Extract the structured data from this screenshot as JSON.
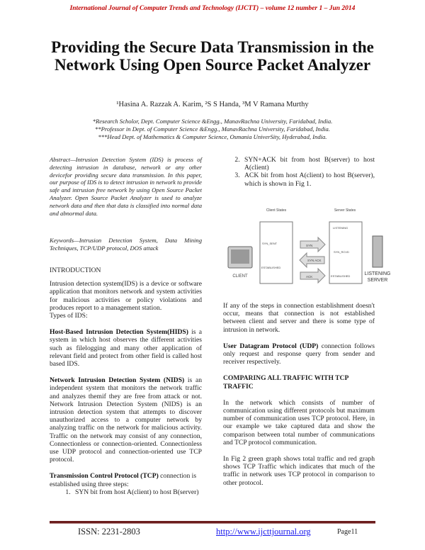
{
  "header": "International Journal of Computer Trends and Technology (IJCTT) – volume 12 number 1 – Jun 2014",
  "title": "Providing the Secure Data Transmission in the Network Using Open Source Packet Analyzer",
  "authors": "¹Hasina A. Razzak A. Karim, ²S S Handa, ³M V Ramana Murthy",
  "affiliations": [
    "*Research Scholor, Dept. Computer Science &Engg., ManavRachna University, Faridabad, India.",
    "**Professor in Dept. of Computer Science &Engg.,  ManavRachna University, Faridabad, India.",
    "***Head Dept. of Mathematics & Computer Science, Osmania UniverSity, Hyderabad, India."
  ],
  "left": {
    "abstract": "Abstract—Intrusion Detection System (IDS) is process of detecting intrusion in database, network or any other devicefor providing secure data transmission. In this paper, our purpose of IDS is to detect intrusion in network to provide safe and intrusion free network by using Open Source Packet Analyzer. Open Source Packet Analyzer is used to analyze network data and then that data is classified into normal data and abnormal data.",
    "keywords": "Keywords—Intrusion Detection System, Data Mining Techniques, TCP/UDP protocol, DOS attack",
    "intro_heading": "INTRODUCTION",
    "intro": "Intrusion detection system(IDS) is a device or software application that monitors network and system activities for malicious activities or policy violations and produces report to a management station.",
    "types": "Types of IDS:",
    "hids_bold": "Host-Based Intrusion Detection System(HIDS)",
    "hids": " is a system in which host observes the different activities such as filelogging and many other application of relevant field and protect from other field is called host based IDS.",
    "nids_bold": "Network Intrusion Detection System (NIDS)",
    "nids": " is an independent system that monitors the network traffic and analyzes themif they are free from attack or not. Network Intrusion Detection System (NIDS) is an intrusion detection system that attempts to discover unauthorized access to a computer network by analyzing traffic on the network for malicious activity. Traffic on the network may consist of any connection, Connectionless or connection-oriented. Connectionless use UDP protocol and connection-oriented use TCP protocol.",
    "tcp_bold": "Transmission Control Protocol (TCP)",
    "tcp": " connection is established using three steps:",
    "step1": "SYN bit from host A(client) to host B(server)"
  },
  "right": {
    "step2": "SYN+ACK bit from host B(server) to host A(client)",
    "step3": "ACK bit from host A(client) to host B(server), which is shown in Fig 1.",
    "figure": {
      "client_states": "Client States",
      "server_states": "Server States",
      "syn_sent": "SYN_SENT",
      "established_c": "ESTABLISHED",
      "listening": "LISTENING",
      "syn_rcvd": "SYN_RCVD",
      "established_s": "ESTABLISHED",
      "syn": "SYN",
      "synack": "SYN ACK",
      "ack": "ACK",
      "client": "CLIENT",
      "server1": "LISTENING",
      "server2": "SERVER"
    },
    "p1": "If any of the steps in connection establishment doesn't occur, means that connection is not established between client and server and there is some type of intrusion in network.",
    "udp_bold": "User Datagram Protocol (UDP)",
    "udp": " connection follows only request and response query from sender and receiver respectively.",
    "heading": "COMPARING ALL TRAFFIC WITH TCP TRAFFIC",
    "p2": "In the network which consists of number of communication using different protocols but maximum number of communication uses TCP protocol. Here, in our example we take captured data and show the comparison between total number of communications and TCP protocol communication.",
    "p3": "In Fig 2 green graph shows total traffic and red graph shows TCP Traffic which indicates that much of the traffic in network uses TCP protocol in comparison to other protocol."
  },
  "footer": {
    "issn": "ISSN: 2231-2803",
    "url": "http://www.ijcttjournal.org",
    "page": "Page11"
  },
  "colors": {
    "header": "#c00000",
    "rule": "#6b1d1d",
    "link": "#1a1aee"
  }
}
